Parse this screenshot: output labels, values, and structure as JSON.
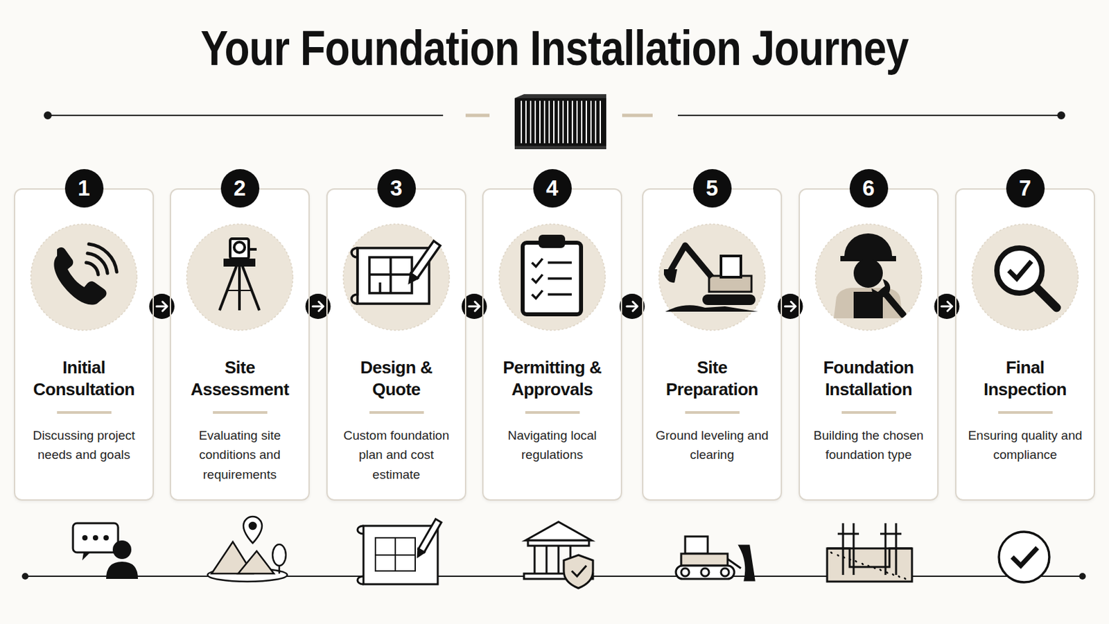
{
  "diagram": {
    "title": "Your Foundation Installation Journey",
    "nodes": [
      {
        "text": [
          "Initial Consultation",
          "Discussing project needs and goals"
        ]
      },
      {
        "text": [
          "1"
        ],
        "in": 0
      },
      {
        "text": [
          "Site Assessment",
          "Evaluating site conditions and requirements"
        ]
      },
      {
        "text": [
          "2"
        ],
        "in": 2
      },
      {
        "text": [
          "Design & Quote",
          "Custom foundation plan and cost estimate"
        ]
      },
      {
        "text": [
          "3"
        ],
        "in": 4
      },
      {
        "text": [
          "Permitting & Approvals",
          "Navigating local regulations"
        ]
      },
      {
        "text": [
          "4"
        ],
        "in": 6
      },
      {
        "text": [
          "Site Preparation",
          "Ground leveling and clearing"
        ]
      },
      {
        "text": [
          "5"
        ],
        "in": 8
      },
      {
        "text": [
          "Foundation Installation",
          "Building the chosen foundation type"
        ]
      },
      {
        "text": [
          "6"
        ],
        "in": 10
      },
      {
        "text": [
          "Final Inspection",
          "Ensuring quality and compliance"
        ]
      },
      {
        "text": [
          "7"
        ],
        "in": 12
      }
    ],
    "edges": [
      {
        "from": 0,
        "to": 2,
        "arrow": "to"
      },
      {
        "from": 2,
        "to": 4,
        "arrow": "to"
      },
      {
        "from": 4,
        "to": 6,
        "arrow": "to"
      },
      {
        "from": 6,
        "to": 8,
        "arrow": "to"
      },
      {
        "from": 8,
        "to": 10,
        "arrow": "to"
      },
      {
        "from": 10,
        "to": 12,
        "arrow": "to"
      }
    ]
  }
}
